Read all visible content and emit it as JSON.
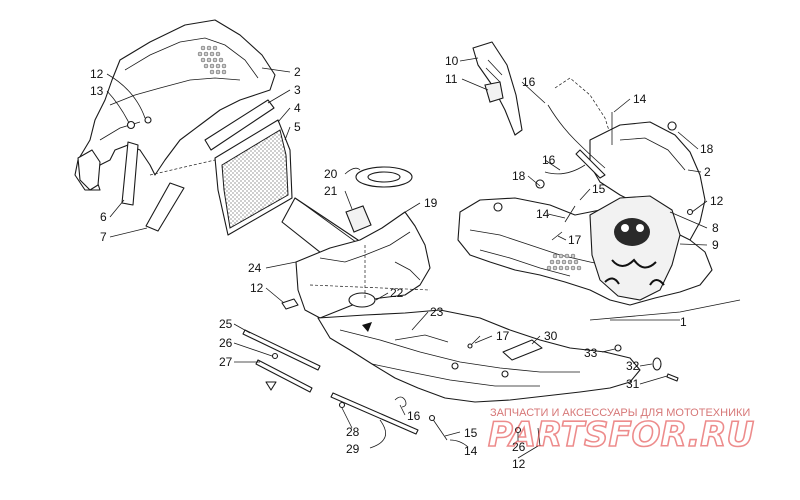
{
  "callouts": {
    "c1": "1",
    "c2a": "2",
    "c2b": "2",
    "c3": "3",
    "c4": "4",
    "c5": "5",
    "c6": "6",
    "c7": "7",
    "c8": "8",
    "c9": "9",
    "c10": "10",
    "c11": "11",
    "c12a": "12",
    "c12b": "12",
    "c12c": "12",
    "c12d": "12",
    "c13": "13",
    "c14a": "14",
    "c14b": "14",
    "c14c": "14",
    "c15a": "15",
    "c15b": "15",
    "c16a": "16",
    "c16b": "16",
    "c16c": "16",
    "c17a": "17",
    "c17b": "17",
    "c18a": "18",
    "c18b": "18",
    "c19": "19",
    "c20": "20",
    "c21": "21",
    "c22": "22",
    "c23": "23",
    "c24": "24",
    "c25": "25",
    "c26a": "26",
    "c26b": "26",
    "c27": "27",
    "c28": "28",
    "c29": "29",
    "c30": "30",
    "c31": "31",
    "c32": "32",
    "c33": "33"
  },
  "watermark": {
    "caption": "ЗАПЧАСТИ И АКСЕССУАРЫ ДЛЯ МОТОТЕХНИКИ",
    "logo": "PARTSFOR.RU"
  },
  "colors": {
    "line": "#1a1a1a",
    "watermark": "#e03030"
  }
}
